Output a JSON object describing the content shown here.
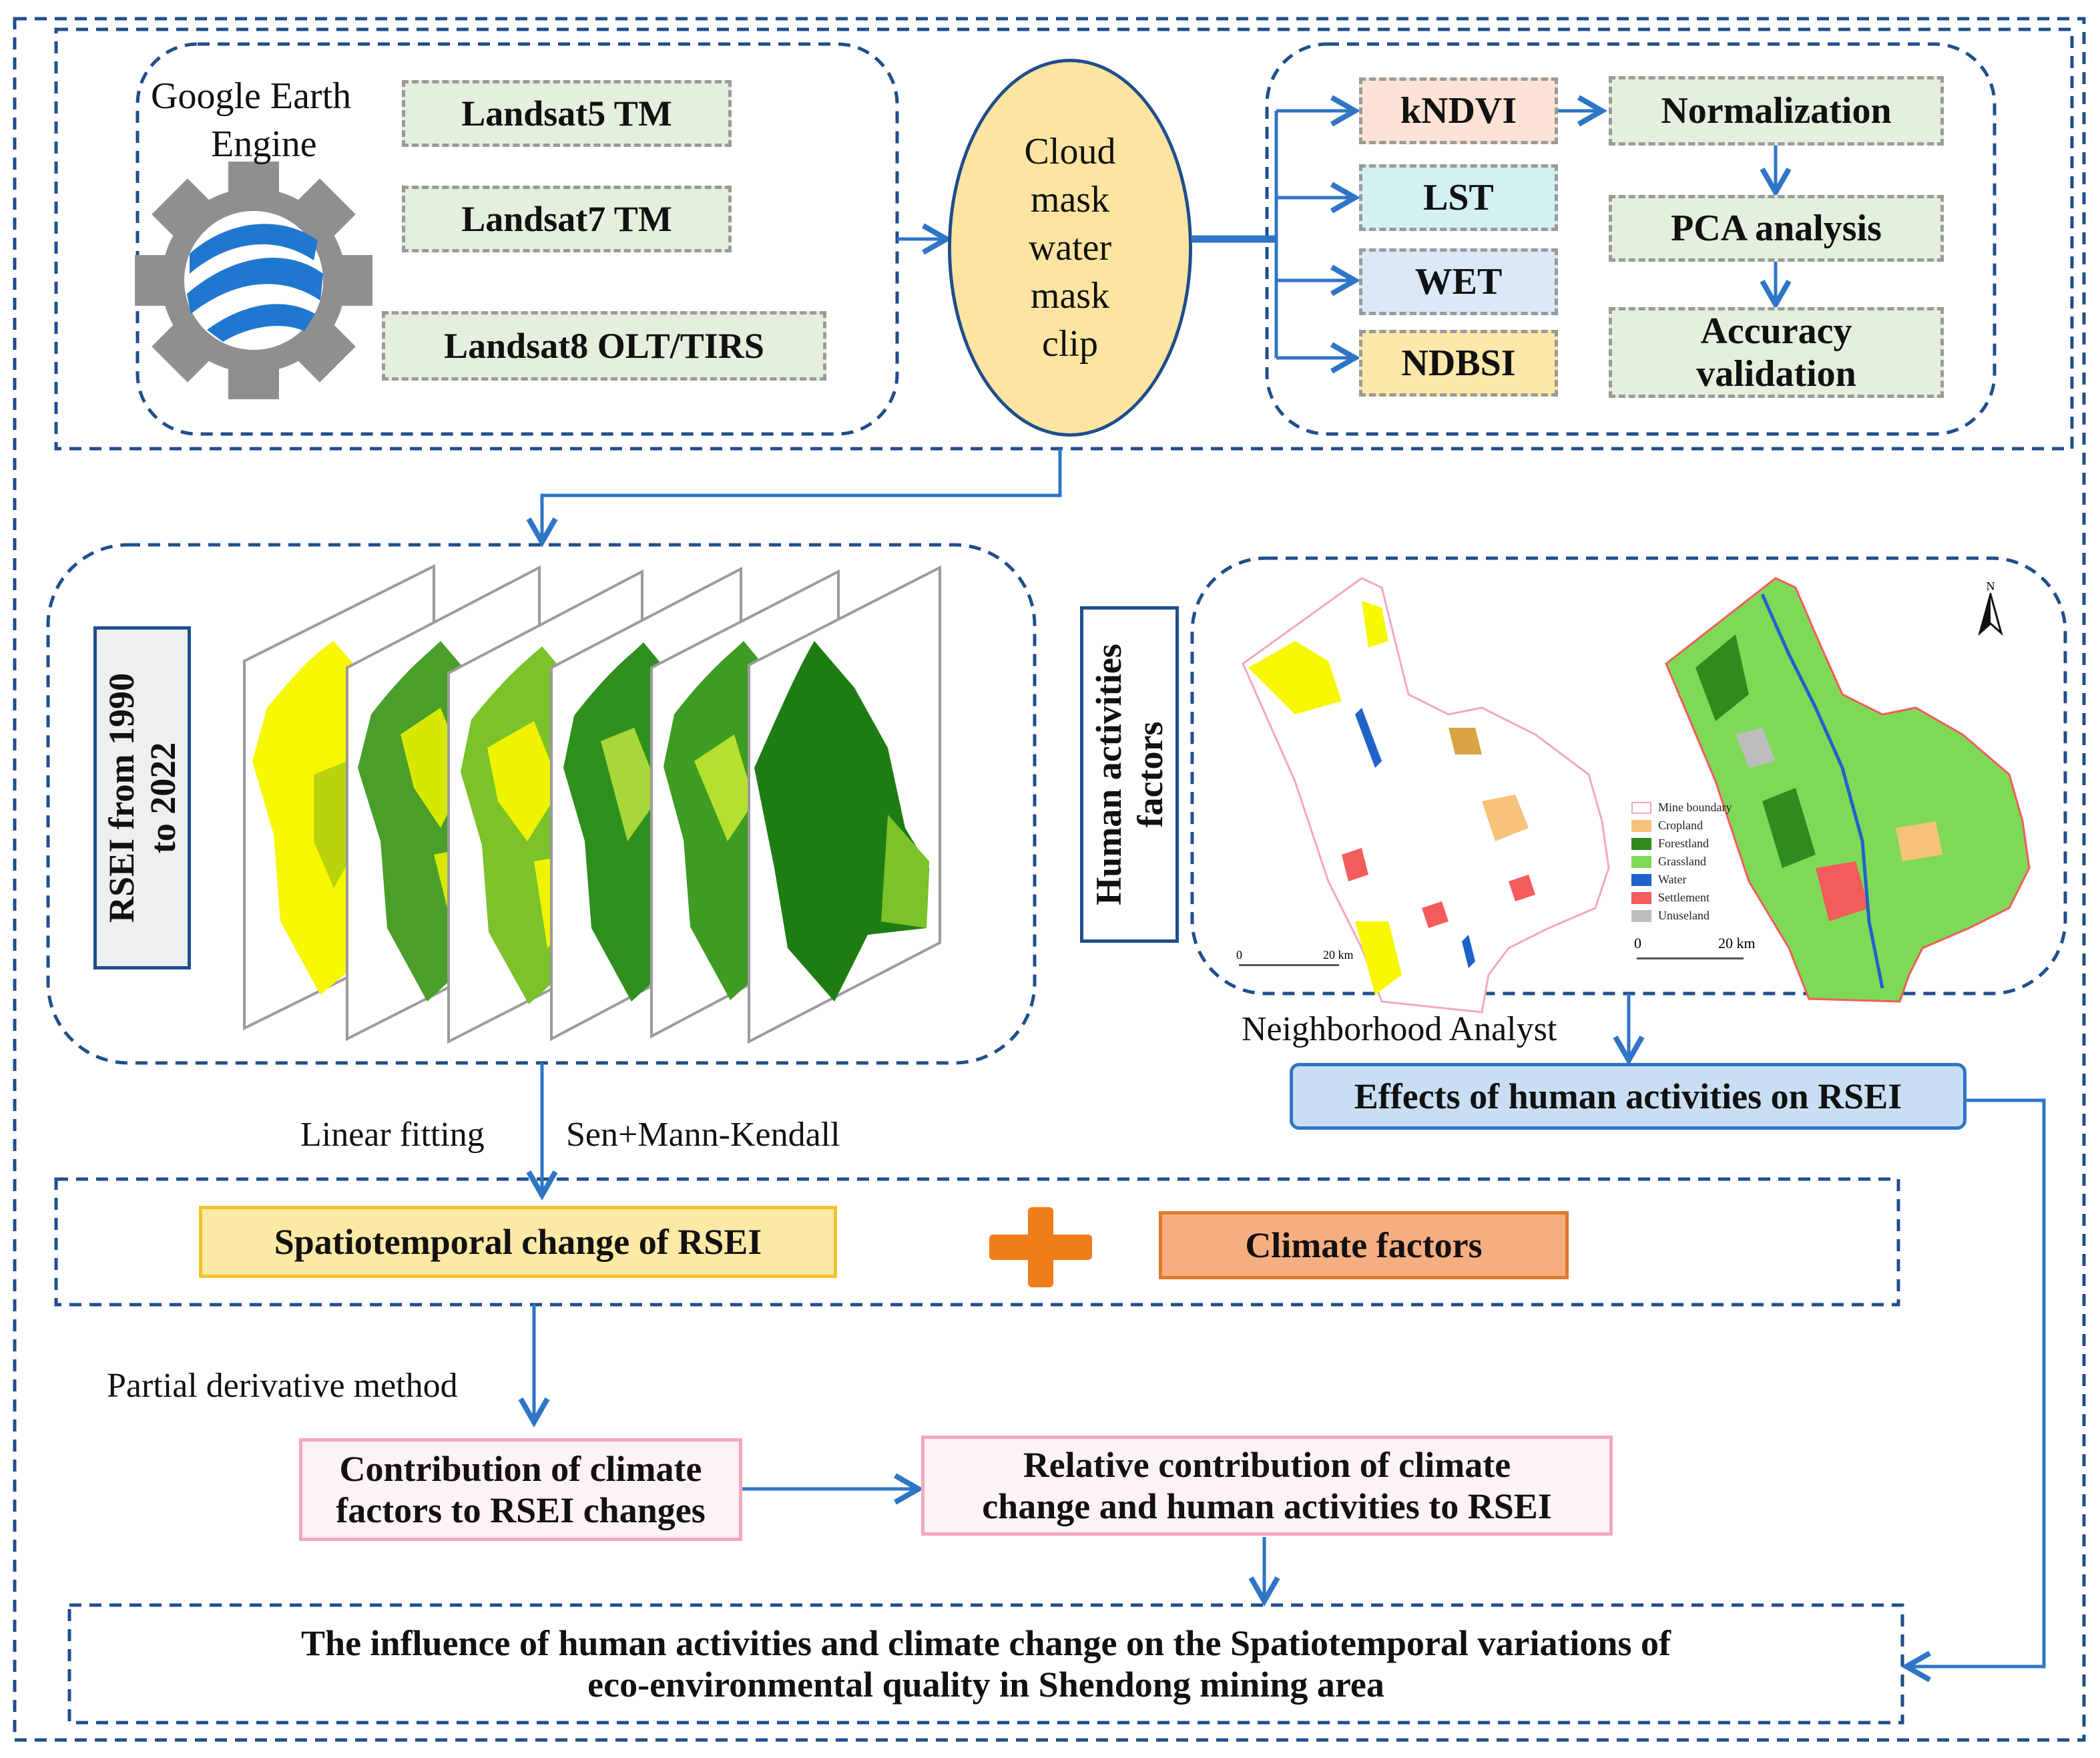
{
  "gee": {
    "title_line1": "Google Earth",
    "title_line2": "Engine",
    "sources": [
      "Landsat5 TM",
      "Landsat7 TM",
      "Landsat8 OLT/TIRS"
    ]
  },
  "preprocess": {
    "lines": [
      "Cloud",
      "mask",
      "water",
      "mask",
      "clip"
    ]
  },
  "indices": [
    {
      "label": "kNDVI",
      "color": "#fde3d5"
    },
    {
      "label": "LST",
      "color": "#d4f0f0"
    },
    {
      "label": "WET",
      "color": "#dbe8f6"
    },
    {
      "label": "NDBSI",
      "color": "#fde7a9"
    }
  ],
  "steps": {
    "normalization": "Normalization",
    "pca": "PCA analysis",
    "accuracy_line1": "Accuracy",
    "accuracy_line2": "validation"
  },
  "rsei": {
    "label_line1": "RSEI from 1990",
    "label_line2": "to 2022"
  },
  "human": {
    "label_line1": "Human activities",
    "label_line2": "factors",
    "legend": [
      {
        "label": "Mine boundary",
        "color": "#ffffff",
        "border": "#f4a7bd"
      },
      {
        "label": "Cropland",
        "color": "#f7c27a"
      },
      {
        "label": "Forestland",
        "color": "#2e8b1e"
      },
      {
        "label": "Grassland",
        "color": "#7ed957"
      },
      {
        "label": "Water",
        "color": "#1f63c9"
      },
      {
        "label": "Settlement",
        "color": "#f45b5b"
      },
      {
        "label": "Unuseland",
        "color": "#bdbdbd"
      }
    ],
    "scale_left": {
      "zero": "0",
      "dist": "20 km"
    },
    "scale_right": {
      "zero": "0",
      "dist": "20 km"
    },
    "north": "N"
  },
  "methods": {
    "neighborhood": "Neighborhood Analyst",
    "linear": "Linear fitting",
    "sen": "Sen+Mann-Kendall",
    "partial": "Partial derivative method"
  },
  "effects_human": "Effects of human activities on RSEI",
  "spatiotemporal": "Spatiotemporal change of RSEI",
  "climate": "Climate factors",
  "contribution_line1": "Contribution of climate",
  "contribution_line2": "factors to RSEI changes",
  "relative_line1": "Relative contribution of climate",
  "relative_line2": "change and human activities to RSEI",
  "final_line1": "The influence of human activities and climate change on the Spatiotemporal variations of",
  "final_line2": "eco-environmental quality in Shendong mining area",
  "colors": {
    "dash_blue": "#1f4e8c",
    "arrow_blue": "#2e75c7",
    "sources_fill": "#e4efdd",
    "steps_fill": "#e4efdd",
    "ellipse_fill": "#fde4a0",
    "spatiotemporal_fill": "#fde9a6",
    "spatiotemporal_border": "#f2c22d",
    "climate_fill": "#f6ae80",
    "climate_border": "#e07a2b",
    "effects_fill": "#c9def2",
    "effects_border": "#2e75c7",
    "plus": "#f07d1a"
  }
}
